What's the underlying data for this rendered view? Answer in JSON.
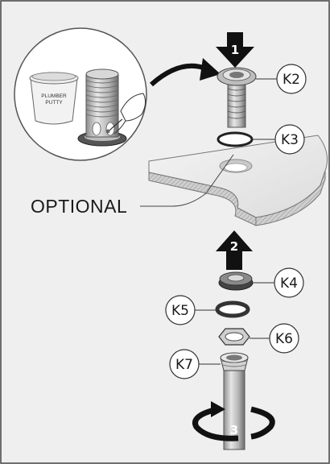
{
  "diagram": {
    "inset": {
      "putty_label_line1": "PLUMBER",
      "putty_label_line2": "PUTTY"
    },
    "steps": [
      "1",
      "2",
      "3"
    ],
    "callouts": {
      "k2": "K2",
      "k3": "K3",
      "k4": "K4",
      "k5": "K5",
      "k6": "K6",
      "k7": "K7"
    },
    "optional_label": "OPTIONAL"
  }
}
